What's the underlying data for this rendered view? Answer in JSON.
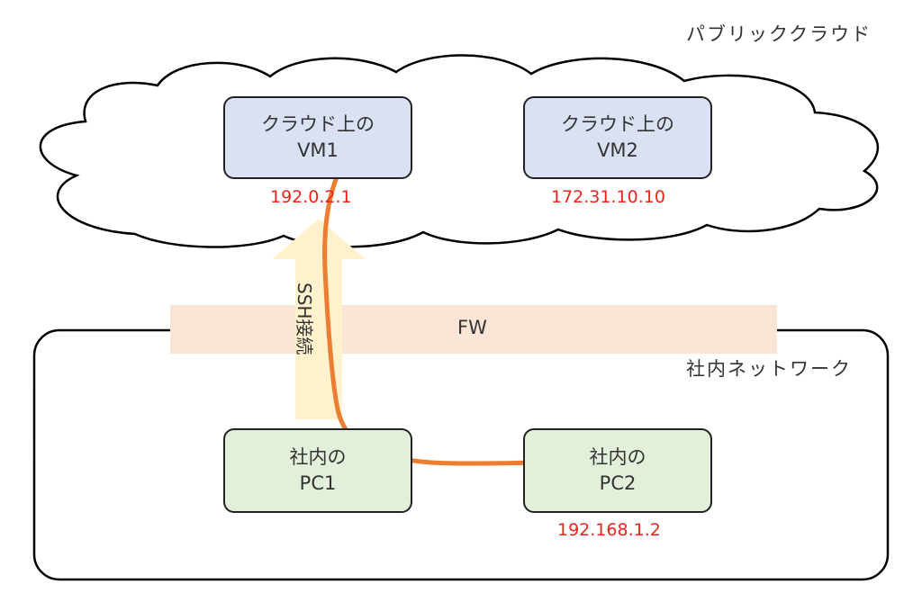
{
  "public_cloud_label": "パブリッククラウド",
  "internal_network_label": "社内ネットワーク",
  "firewall_label": "FW",
  "ssh_label": "SSH接続",
  "vm1": {
    "line1": "クラウド上の",
    "line2": "VM1",
    "ip": "192.0.2.1"
  },
  "vm2": {
    "line1": "クラウド上の",
    "line2": "VM2",
    "ip": "172.31.10.10"
  },
  "pc1": {
    "line1": "社内の",
    "line2": "PC1"
  },
  "pc2": {
    "line1": "社内の",
    "line2": "PC2",
    "ip": "192.168.1.2"
  },
  "colors": {
    "vm_fill": "#d9e1f2",
    "pc_fill": "#e2efd9",
    "fw_band": "#fbe5d6",
    "ssh_arrow": "#fff2cc",
    "route_line": "#ed7d31",
    "ip_text": "#e8261c"
  }
}
